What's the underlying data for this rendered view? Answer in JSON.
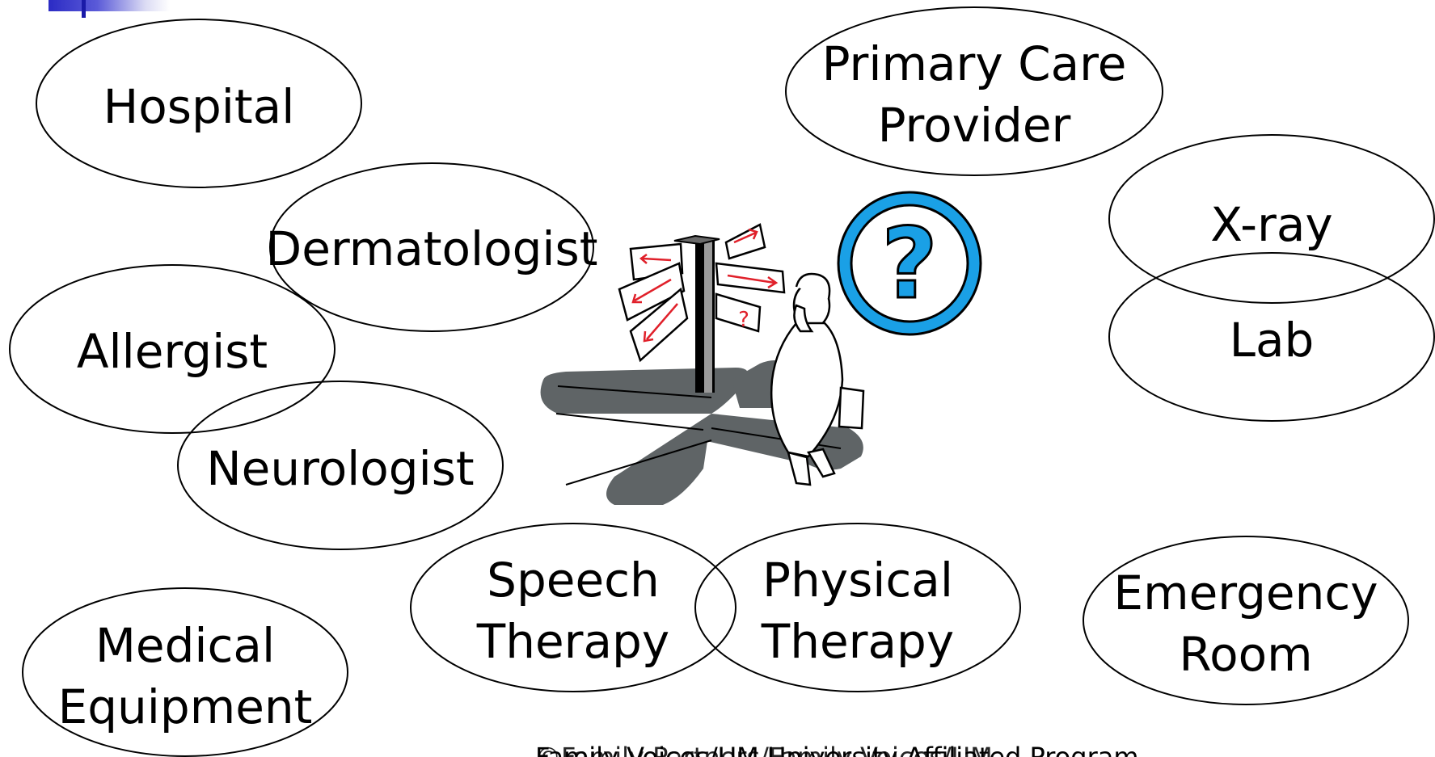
{
  "ovals": [
    {
      "id": "hospital",
      "lines": [
        "Hospital"
      ]
    },
    {
      "id": "primary-care",
      "lines": [
        "Primary Care",
        "Provider"
      ]
    },
    {
      "id": "dermatologist",
      "lines": [
        "Dermatologist"
      ]
    },
    {
      "id": "xray",
      "lines": [
        "X-ray"
      ]
    },
    {
      "id": "lab",
      "lines": [
        "Lab"
      ]
    },
    {
      "id": "allergist",
      "lines": [
        "Allergist"
      ]
    },
    {
      "id": "neurologist",
      "lines": [
        "Neurologist"
      ]
    },
    {
      "id": "speech-therapy",
      "lines": [
        "Speech",
        "Therapy"
      ]
    },
    {
      "id": "physical-therapy",
      "lines": [
        "Physical",
        "Therapy"
      ]
    },
    {
      "id": "emergency-room",
      "lines": [
        "Emergency",
        "Room"
      ]
    },
    {
      "id": "medical-equipment",
      "lines": [
        "Medical",
        "Equipment"
      ]
    }
  ],
  "footer": {
    "text_a": "Family Voices/UM University Affiliated Program",
    "text_b": "©Family Partners/Family Voices/UM"
  },
  "clipart": {
    "question_mark": "?",
    "sign_question": "?",
    "colors": {
      "question_ring": "#1aa0e6",
      "shadow": "#5f6466",
      "arrows": "#e0202a",
      "accent_bar": "#2b2bc4"
    }
  }
}
